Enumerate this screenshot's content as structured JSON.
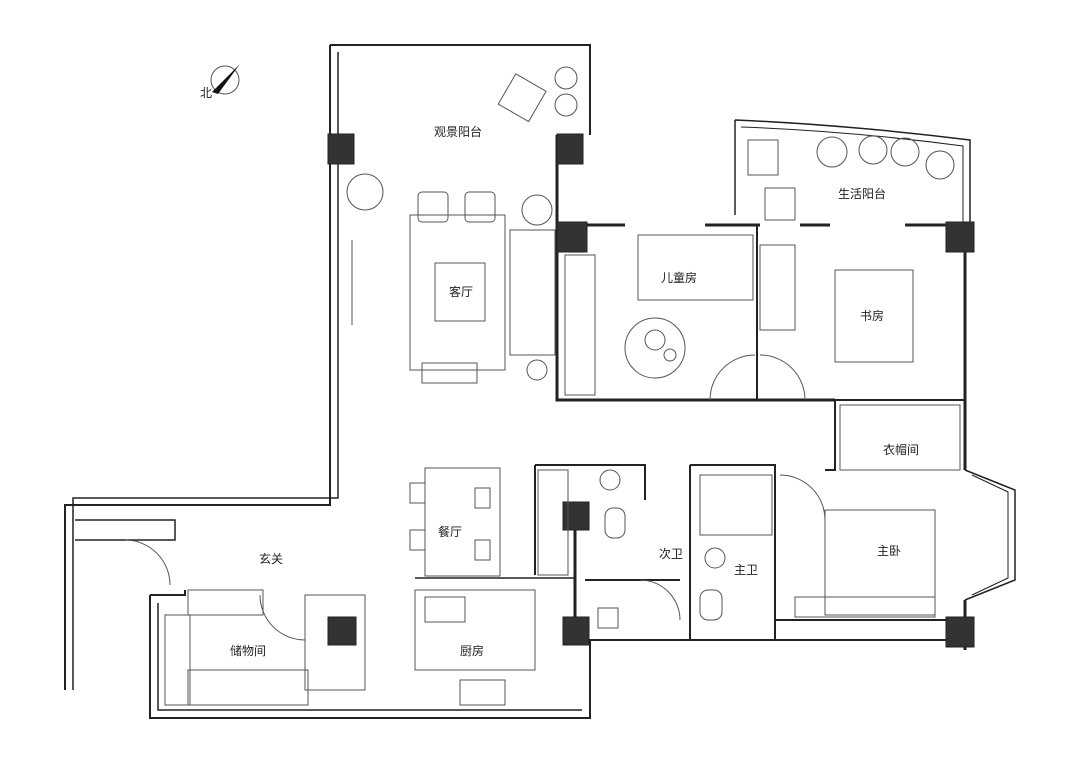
{
  "compass": {
    "north_label": "北"
  },
  "rooms": {
    "view_balcony": "观景阳台",
    "living_room": "客厅",
    "kids_room": "儿童房",
    "study": "书房",
    "utility_balcony": "生活阳台",
    "walk_in_closet": "衣帽间",
    "master_bedroom": "主卧",
    "second_bathroom": "次卫",
    "master_bathroom": "主卫",
    "dining_room": "餐厅",
    "entrance": "玄关",
    "storage_room": "储物间",
    "kitchen": "厨房"
  },
  "colors": {
    "wall": "#222222",
    "column": "#333333"
  }
}
